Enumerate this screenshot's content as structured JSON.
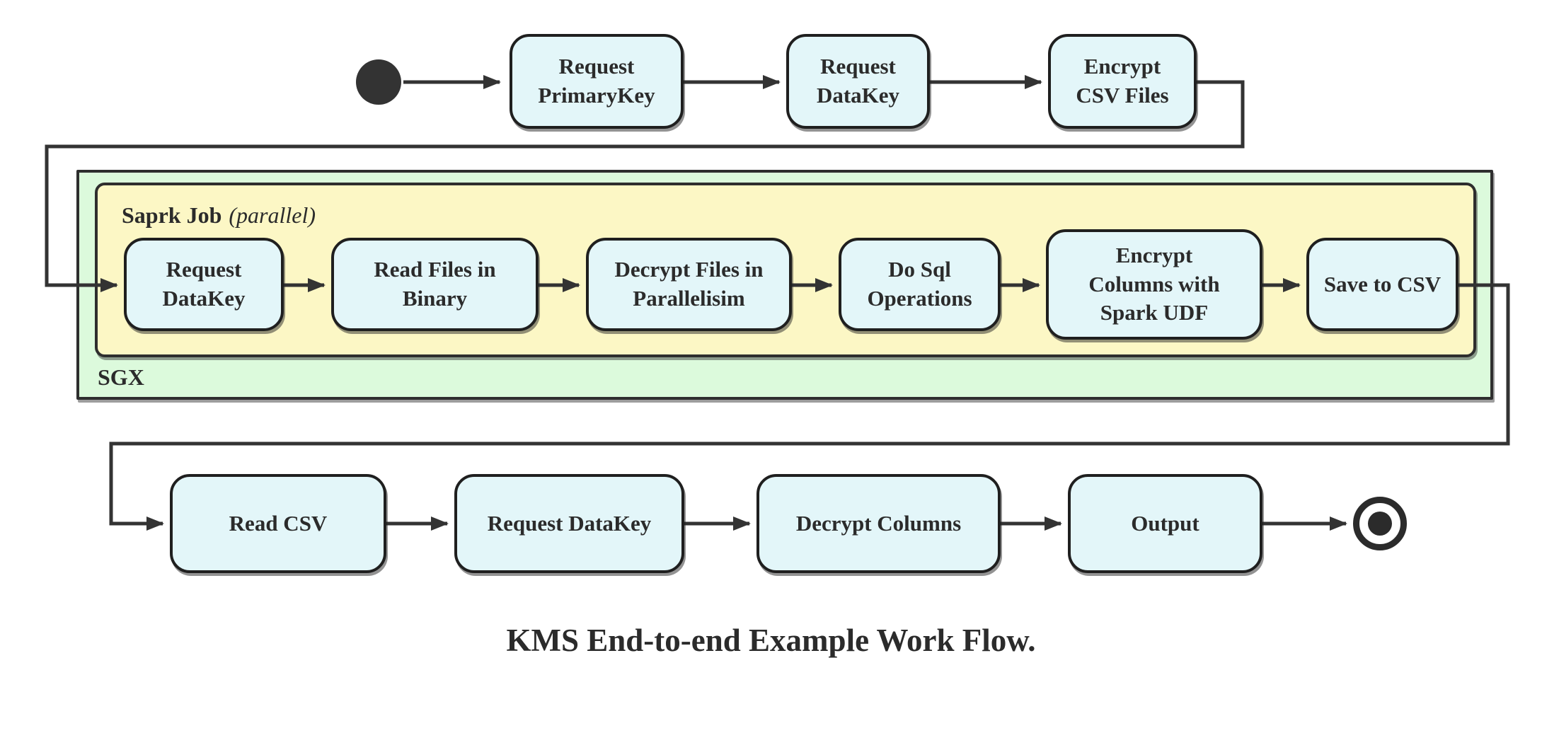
{
  "diagram": {
    "caption": "KMS End-to-end Example Work Flow.",
    "colors": {
      "node_fill": "#e3f6f9",
      "node_border": "#1f1f1f",
      "edge_line": "#333333",
      "sgx_fill": "#dcfadc",
      "spark_fill": "#fcf7c5",
      "text": "#2b2b2b"
    },
    "containers": {
      "sgx_label": "SGX",
      "spark_label": "Saprk Job",
      "spark_annotation": "(parallel)"
    },
    "row_top": {
      "n1": "Request\nPrimaryKey",
      "n2": "Request\nDataKey",
      "n3": "Encrypt\nCSV Files"
    },
    "row_sgx": {
      "n1": "Request\nDataKey",
      "n2": "Read Files in\nBinary",
      "n3": "Decrypt Files in\nParallelisim",
      "n4": "Do Sql\nOperations",
      "n5": "Encrypt\nColumns with\nSpark UDF",
      "n6": "Save to CSV"
    },
    "row_bottom": {
      "n1": "Read CSV",
      "n2": "Request DataKey",
      "n3": "Decrypt Columns",
      "n4": "Output"
    }
  }
}
